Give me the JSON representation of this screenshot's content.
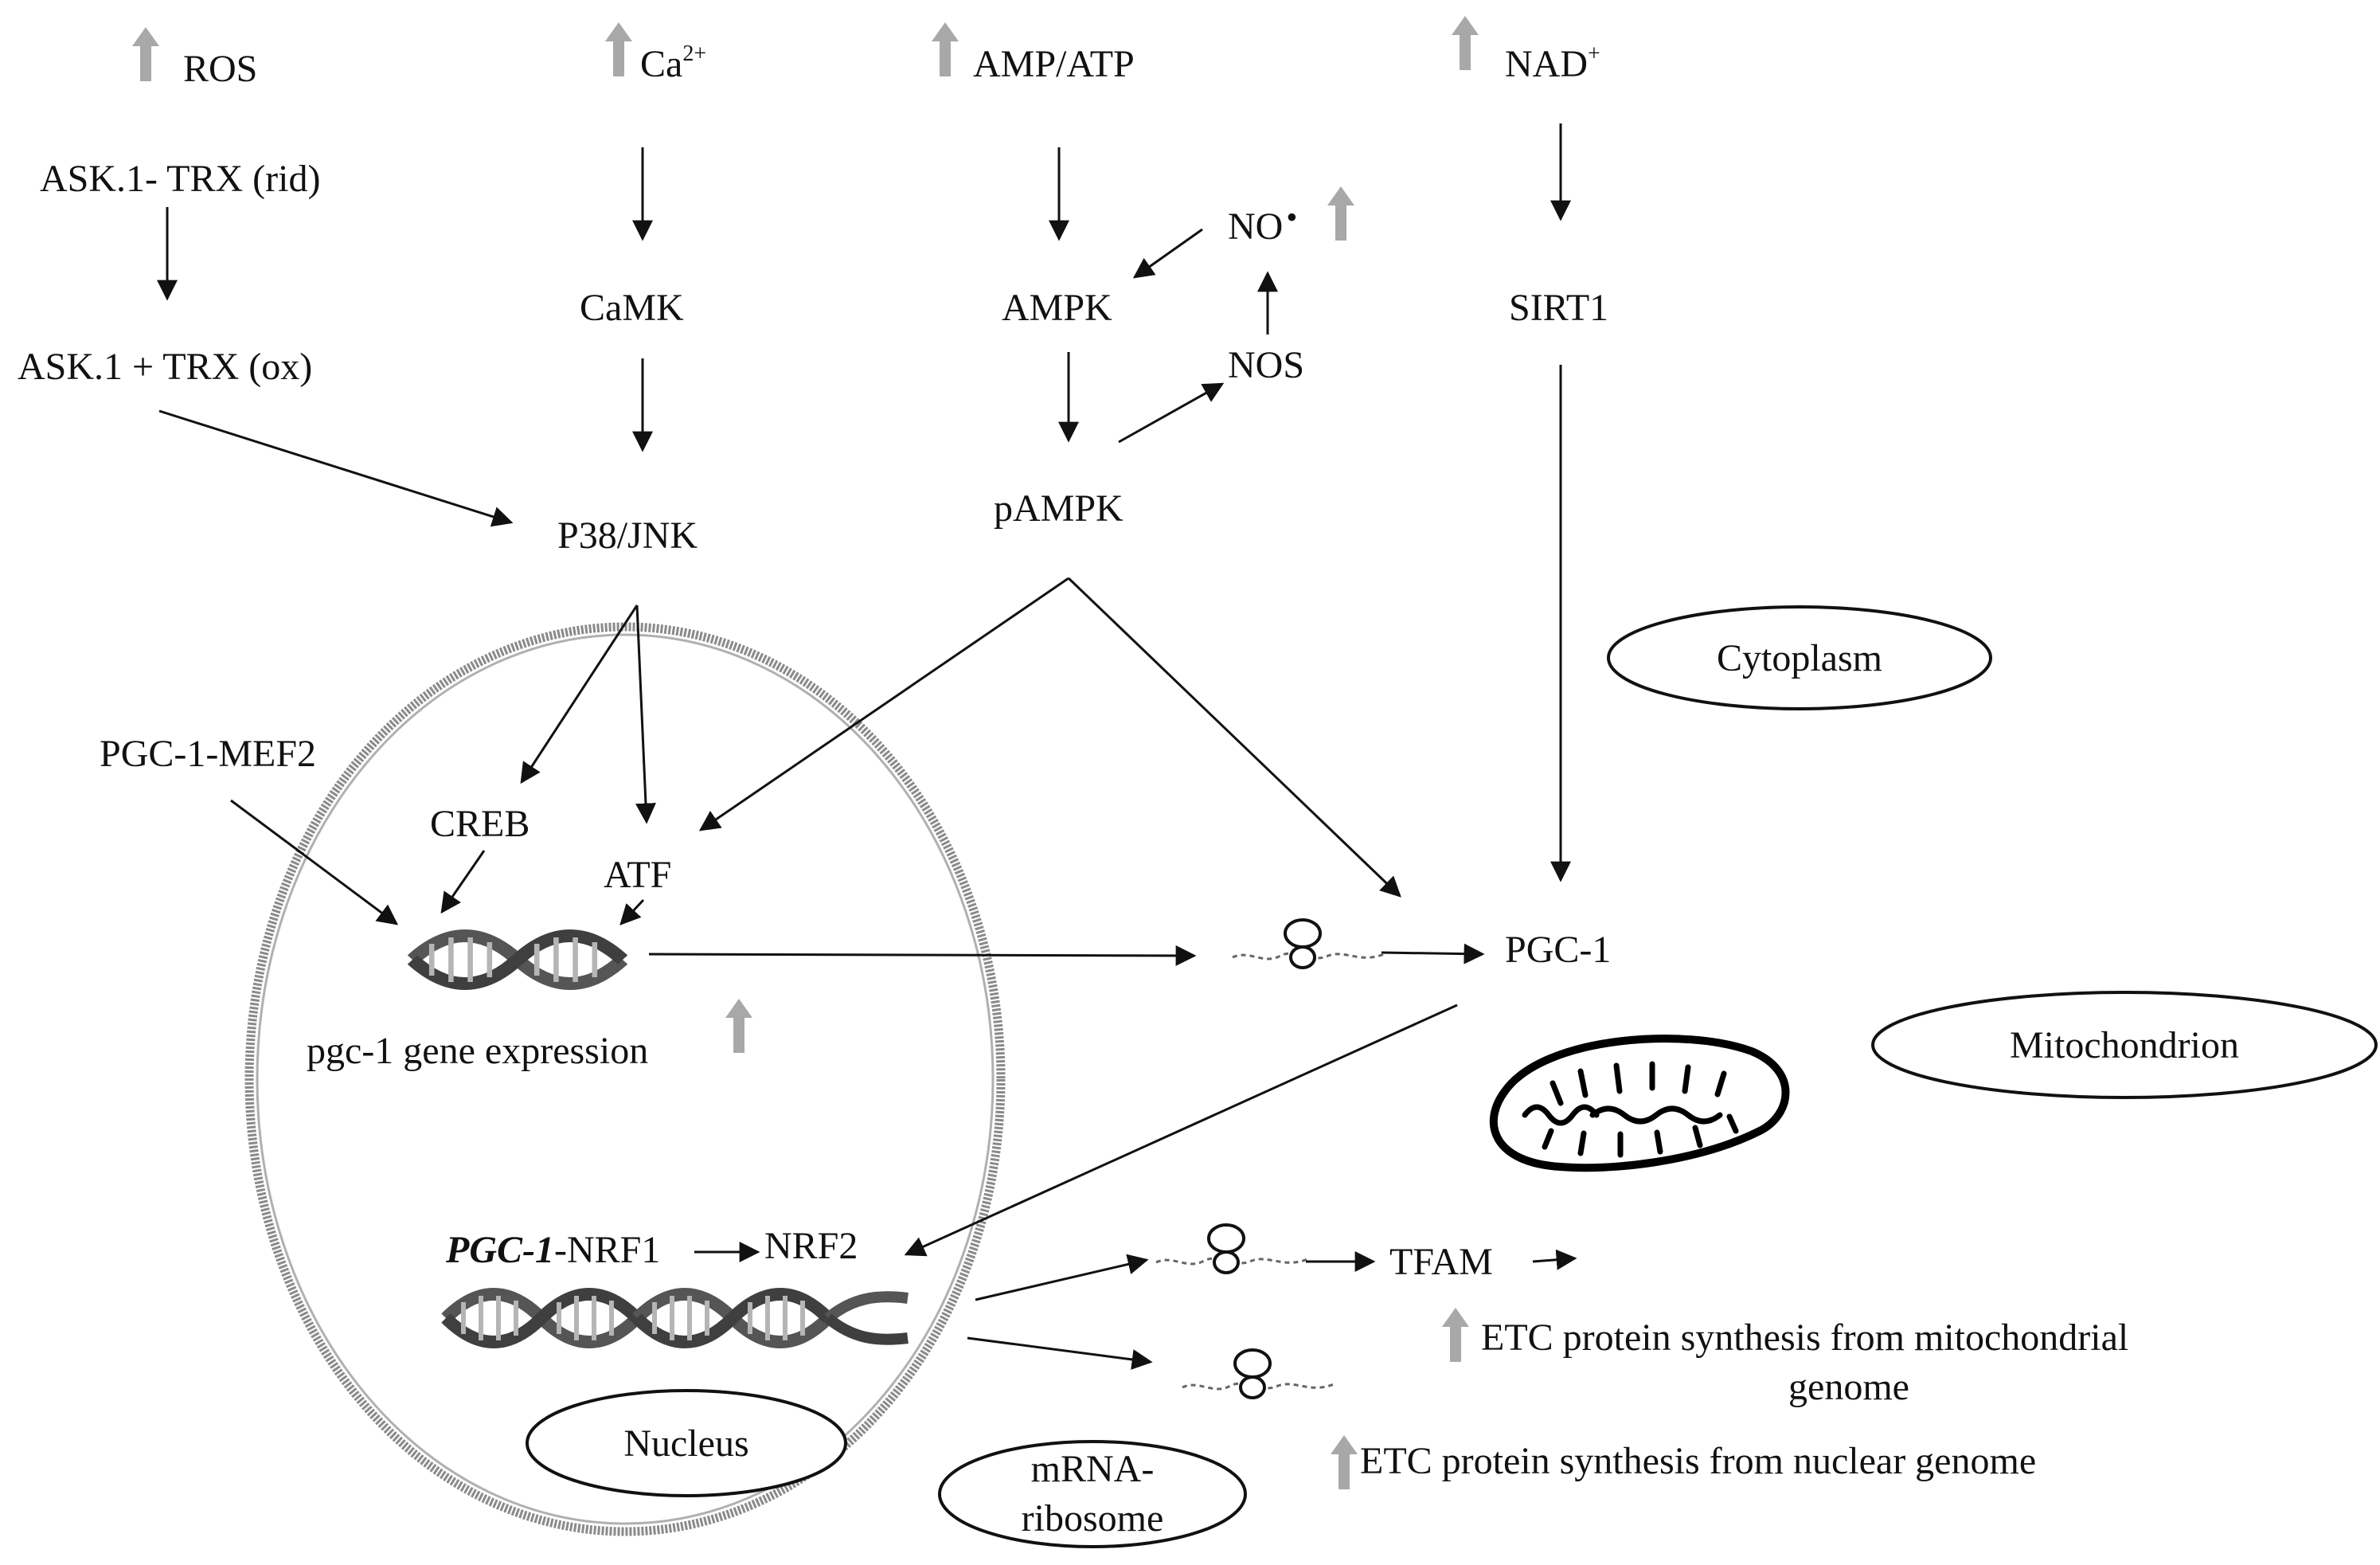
{
  "signals": {
    "ros": "ROS",
    "ca": "Ca",
    "ca_sup": "2+",
    "amp_atp": "AMP/ATP",
    "nad": "NAD",
    "nad_sup": "+"
  },
  "nodes": {
    "ask_rid": "ASK.1- TRX (rid)",
    "ask_ox": "ASK.1 + TRX (ox)",
    "camk": "CaMK",
    "p38": "P38/JNK",
    "ampk": "AMPK",
    "pampk": "pAMPK",
    "no": "NO",
    "no_dot": "•",
    "nos": "NOS",
    "sirt1": "SIRT1",
    "pgc_mef2": "PGC-1-MEF2",
    "creb": "CREB",
    "atf": "ATF",
    "pgc1_gene_expr": "pgc-1 gene expression",
    "pgc1": "PGC-1",
    "pgc1_nrf1_italic": "PGC-1",
    "pgc1_nrf1_rest": "-NRF1",
    "nrf2": "NRF2",
    "tfam": "TFAM",
    "etc_mito_line1": "ETC protein synthesis from mitochondrial",
    "etc_mito_line2": "genome",
    "etc_nuclear": "ETC protein synthesis from nuclear genome"
  },
  "compartments": {
    "cytoplasm": "Cytoplasm",
    "mitochondrion": "Mitochondrion",
    "nucleus": "Nucleus",
    "mrna_line1": "mRNA-",
    "mrna_line2": "ribosome"
  },
  "colors": {
    "increase_arrow": "#a8a8a8",
    "nucleus_border": "#8a8a8a",
    "line": "#111111"
  }
}
